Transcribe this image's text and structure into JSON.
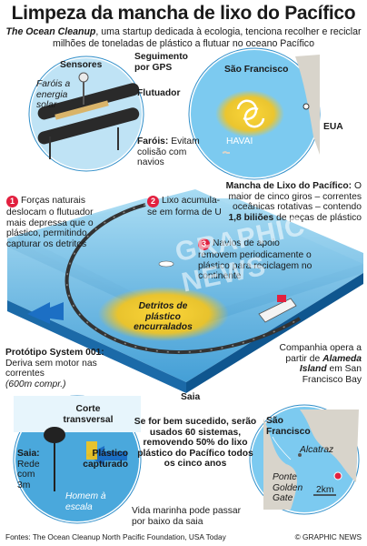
{
  "title": "Limpeza da mancha de lixo do Pacífico",
  "intro": {
    "company": "The Ocean Cleanup",
    "text": ", uma startup dedicada à ecologia, tenciona recolher e reciclar milhões de toneladas de plástico a flutuar no oceano Pacífico"
  },
  "device": {
    "sensors": "Sensores",
    "gps": "Seguimento por GPS",
    "solar_lights": "Faróis a energia solar",
    "float": "Flutuador",
    "lights_title": "Faróis:",
    "lights_text": "Evitam colisão com navios"
  },
  "map_pacific": {
    "sf": "São Francisco",
    "usa": "EUA",
    "hawaii": "HAVAI"
  },
  "patch": {
    "title": "Mancha de Lixo do Pacífico:",
    "text1": "O maior de cinco giros – correntes oceânicas rotativas – contendo",
    "amount": "1,8 biliões",
    "text2": "de peças de plástico"
  },
  "steps": [
    {
      "num": "1",
      "text": "Forças naturais deslocam o flutuador mais depressa que o plástico, permitindo capturar os detritos"
    },
    {
      "num": "2",
      "text": "Lixo acumula-se em forma de U"
    },
    {
      "num": "3",
      "text": "Navios de apoio removem periodicamente o plástico para reciclagem no continente"
    }
  ],
  "debris_label": "Detritos de plástico encurralados",
  "watermark": "GRAPHIC NEWS",
  "prototype": {
    "title": "Protótipo System 001:",
    "text": "Deriva sem motor nas correntes",
    "length": "(600m compr.)"
  },
  "skirt_label": "Saia",
  "company_op": {
    "text1": "Companhia opera a partir de",
    "place": "Alameda Island",
    "text2": "em San Francisco Bay"
  },
  "cross_section": {
    "title": "Corte transversal",
    "skirt_title": "Saia:",
    "skirt_text": "Rede com 3m",
    "captured": "Plástico capturado",
    "man_scale": "Homem à escala",
    "marine_life": "Vida marinha pode passar por baixo da saia"
  },
  "success": "Se for bem sucedido, serão usados 60 sistemas, removendo 50% do lixo plástico do Pacífico todos os cinco anos",
  "map_bay": {
    "sf": "São Francisco",
    "alcatraz": "Alcatraz",
    "golden_gate": "Ponte Golden Gate",
    "scale": "2km"
  },
  "footer": {
    "sources": "Fontes: The Ocean Cleanup North Pacific Foundation, USA Today",
    "credit": "© GRAPHIC NEWS"
  },
  "colors": {
    "ocean": "#6fc3ea",
    "ocean_dark": "#2f8ec9",
    "patch_yellow": "#f7c51a",
    "land": "#d8d4cb",
    "accent_red": "#e2203f",
    "arrow_blue": "#1c6fc4"
  }
}
